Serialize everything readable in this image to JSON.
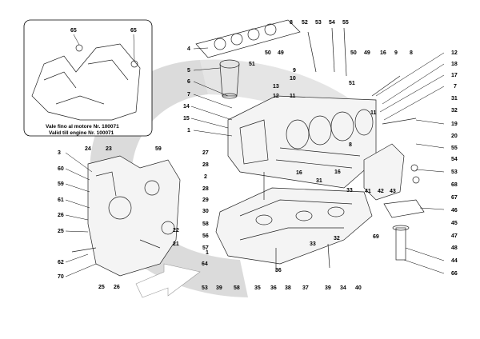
{
  "diagram": {
    "inset_note_line1": "Vale fino al motore Nr. 100071",
    "inset_note_line2": "Valid till engine Nr. 100071",
    "inset_callouts": [
      "65",
      "65"
    ],
    "callouts": [
      "4",
      "5",
      "6",
      "7",
      "14",
      "15",
      "1",
      "8",
      "52",
      "53",
      "54",
      "55",
      "50",
      "49",
      "51",
      "10",
      "9",
      "13",
      "12",
      "11",
      "3",
      "24",
      "23",
      "59",
      "60",
      "59",
      "61",
      "26",
      "25",
      "62",
      "70",
      "25",
      "26",
      "22",
      "21",
      "27",
      "28",
      "2",
      "28",
      "29",
      "30",
      "58",
      "56",
      "57",
      "1",
      "64",
      "53",
      "39",
      "58",
      "35",
      "36",
      "38",
      "37",
      "39",
      "34",
      "40",
      "33",
      "32",
      "16",
      "31",
      "41",
      "42",
      "43",
      "50",
      "49",
      "16",
      "9",
      "8",
      "12",
      "18",
      "17",
      "7",
      "31",
      "32",
      "19",
      "20",
      "55",
      "54",
      "53",
      "68",
      "67",
      "46",
      "45",
      "47",
      "48",
      "44",
      "69",
      "66",
      "8",
      "11",
      "51",
      "16",
      "36",
      "33"
    ],
    "watermark_colors": {
      "arc": "#c8c8c8",
      "arrow": "#ffffff"
    }
  }
}
